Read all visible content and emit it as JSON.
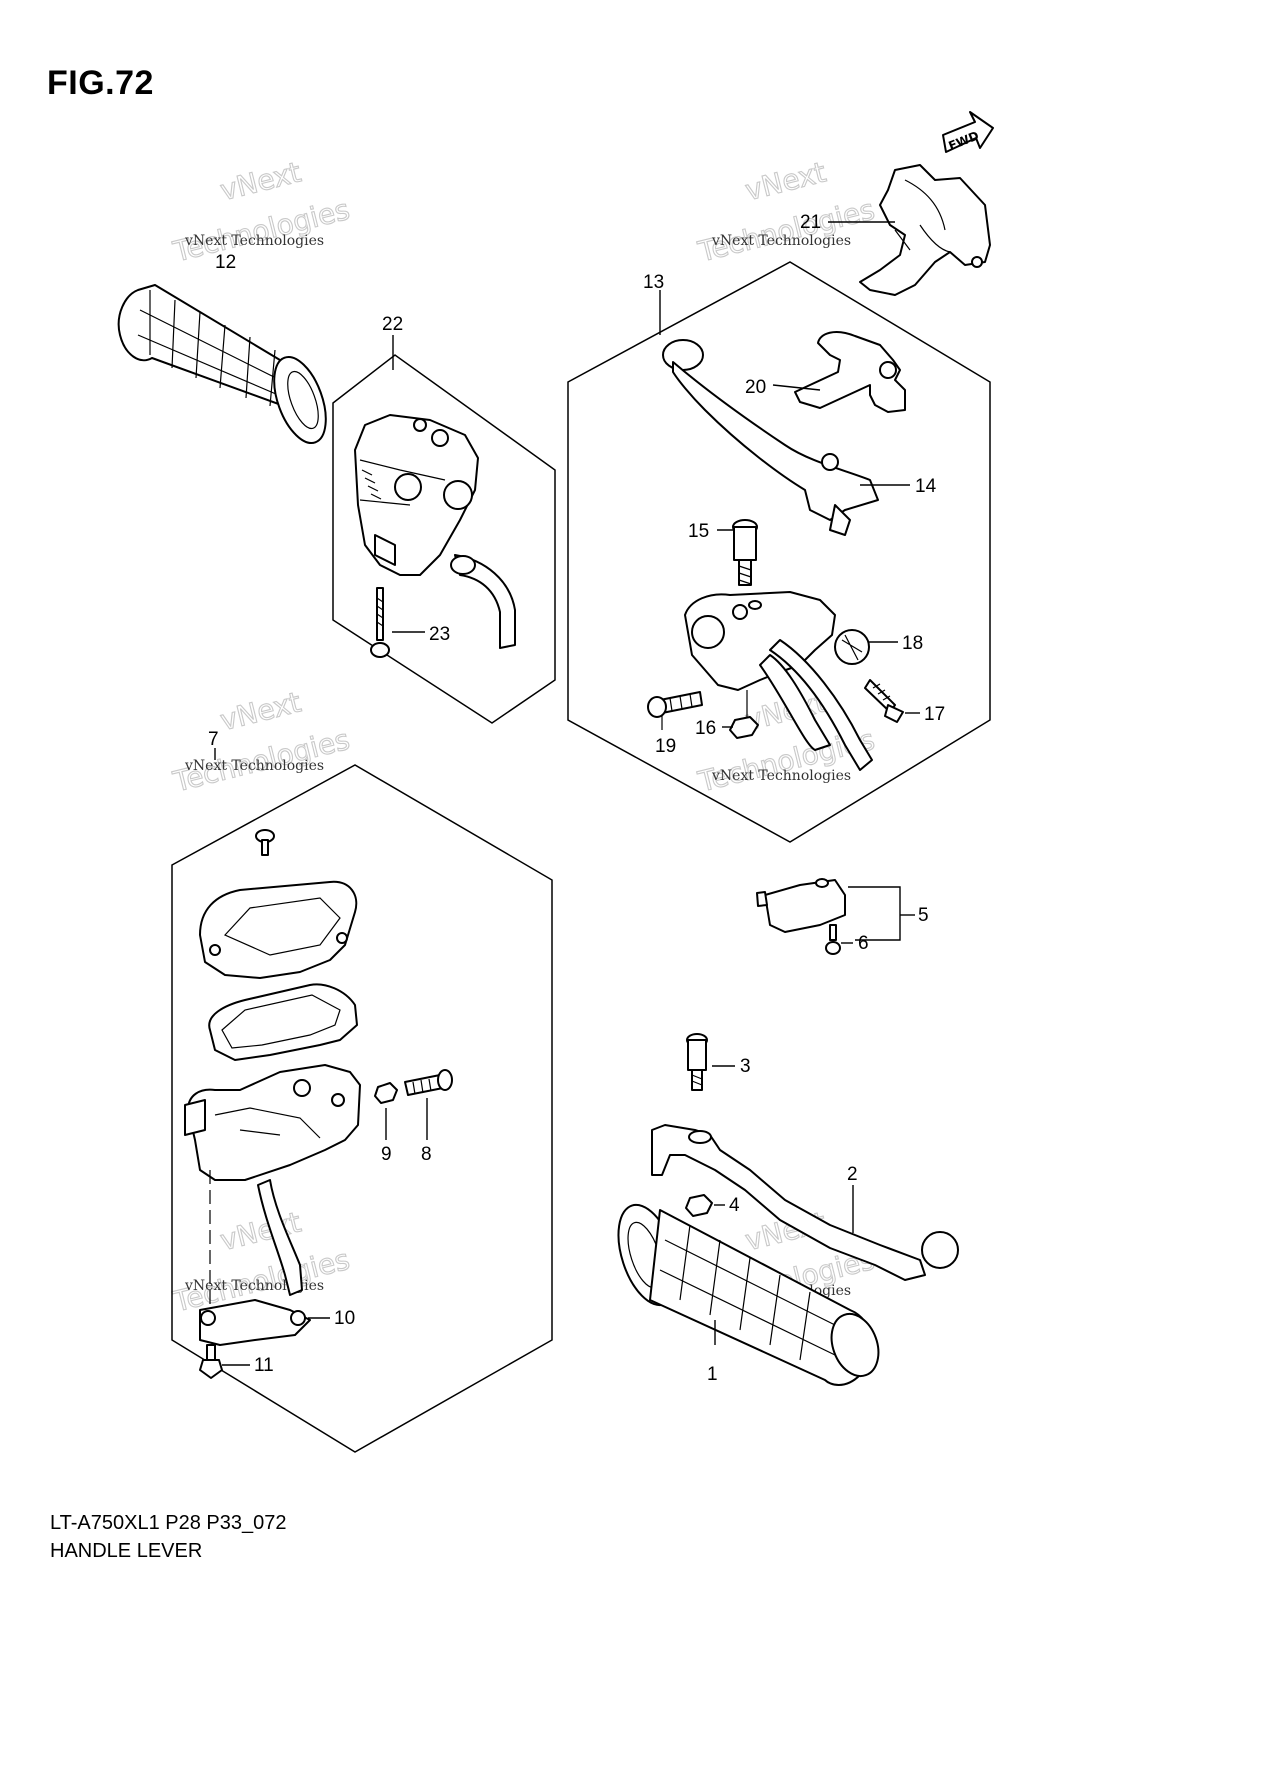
{
  "figure": {
    "title": "FIG.72",
    "model_code": "LT-A750XL1 P28 P33_072",
    "name": "HANDLE LEVER",
    "fwd_label": "FWD"
  },
  "callouts": [
    "1",
    "2",
    "3",
    "4",
    "5",
    "6",
    "7",
    "8",
    "9",
    "10",
    "11",
    "12",
    "13",
    "14",
    "15",
    "16",
    "17",
    "18",
    "19",
    "20",
    "21",
    "22",
    "23"
  ],
  "watermark": {
    "line1": "vNext",
    "line2": "vNext Technologies",
    "line3": "Technologies"
  }
}
